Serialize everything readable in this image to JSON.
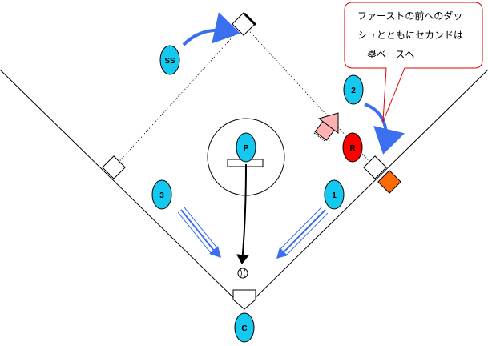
{
  "diagram": {
    "callout_lines": [
      "ファーストの前へのダッ",
      "シュとともにセカンドは",
      "一塁ベースへ"
    ],
    "players": {
      "shortstop": "SS",
      "second": "2",
      "pitcher": "P",
      "third": "3",
      "first": "1",
      "runner": "R",
      "catcher": "C"
    },
    "colors": {
      "fielder": "#14c8f0",
      "runner": "#ff0000",
      "arrow": "#3c6ef0",
      "callout_border": "#e00000",
      "base_highlight": "#ff6a00",
      "runner_arrow": "#ffb0b0"
    },
    "icons": {
      "ball": "baseball-icon",
      "base": "base-icon",
      "home": "home-plate-icon"
    }
  }
}
